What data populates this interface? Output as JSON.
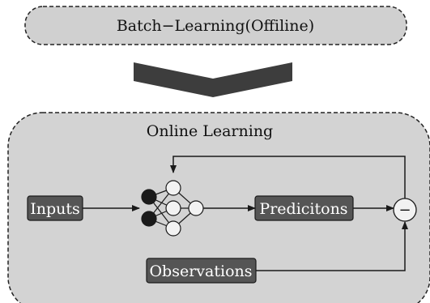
{
  "batch_box": {
    "label": "Batch−Learning(Offiline)"
  },
  "online_panel": {
    "title": "Online Learning"
  },
  "nodes": {
    "inputs": "Inputs",
    "predictions": "Predicitons",
    "observations": "Observations",
    "minus_symbol": "−"
  },
  "colors": {
    "panel_fill": "#d3d3d3",
    "batch_fill": "#d0d0d0",
    "box_fill": "#555555",
    "box_text": "#ffffff",
    "arrow_fill": "#3d3d3d",
    "line": "#1a1a1a",
    "neuron_dark": "#1a1a1a",
    "neuron_light": "#f2f2f2"
  },
  "icons": {
    "big_arrow": "down-chevron-arrow",
    "network": "neural-network-icon",
    "subtract": "subtract-circle-icon"
  }
}
